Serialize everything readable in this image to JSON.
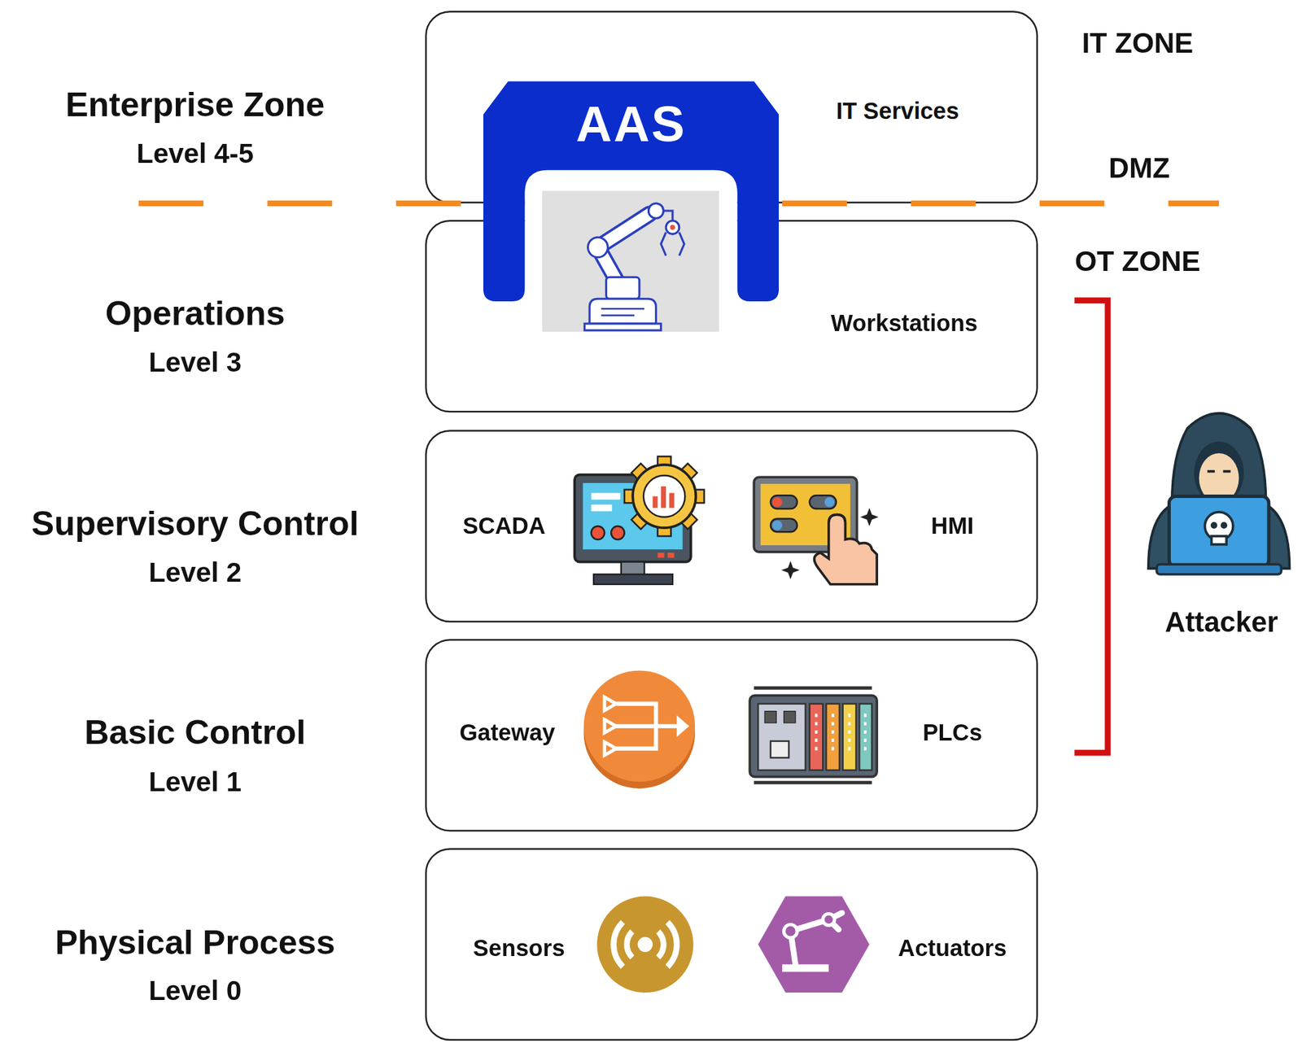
{
  "diagram": {
    "nodes": [
      {
        "text": [
          "IT Services"
        ]
      },
      {
        "text": [
          "AAS"
        ]
      },
      {
        "text": [
          "Workstations"
        ]
      },
      {
        "text": [
          "SCADA",
          "HMI"
        ]
      },
      {
        "text": [
          "Gateway",
          "PLCs"
        ]
      },
      {
        "text": [
          "Sensors",
          "Actuators"
        ]
      }
    ],
    "labels": [
      "IT ZONE",
      "Enterprise Zone",
      "Level 4-5",
      "DMZ",
      "OT ZONE",
      "Operations",
      "Level 3",
      "Supervisory Control",
      "Level 2",
      "Attacker",
      "Basic Control",
      "Level 1",
      "Physical Process",
      "Level 0"
    ]
  }
}
